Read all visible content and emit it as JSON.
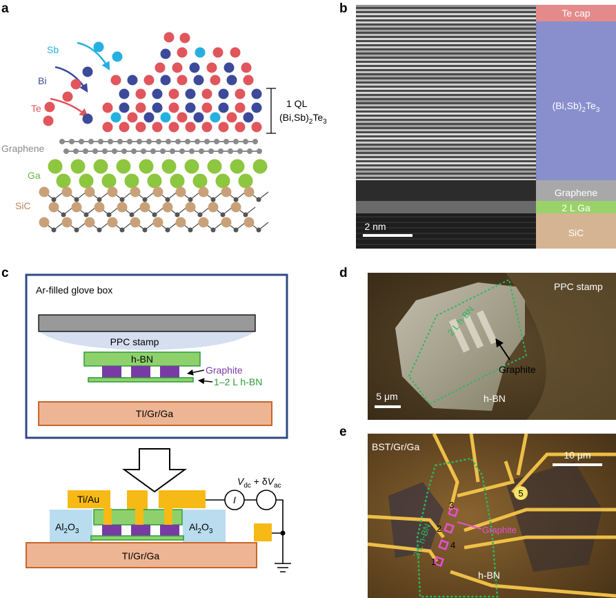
{
  "panel_labels": [
    "a",
    "b",
    "c",
    "d",
    "e"
  ],
  "panel_a": {
    "species": [
      {
        "label": "Sb",
        "color": "#25b0e0"
      },
      {
        "label": "Bi",
        "color": "#3d4a9a"
      },
      {
        "label": "Te",
        "color": "#e0565c"
      }
    ],
    "layers": {
      "graphene": "Graphene",
      "ga": "Ga",
      "sic": "SiC"
    },
    "ql_label": "1 QL",
    "formula": {
      "base": "(Bi,Sb)",
      "sub1": "2",
      "mid": "Te",
      "sub2": "3"
    },
    "colors": {
      "graphene": "#8a8a8a",
      "ga": "#8dc63f",
      "sic": "#c9a179",
      "sic_bond": "#555555"
    }
  },
  "panel_b": {
    "labels": {
      "te_cap": "Te cap",
      "graphene": "Graphene",
      "ga": "2 L Ga",
      "sic": "SiC"
    },
    "formula": {
      "base": "(Bi,Sb)",
      "sub1": "2",
      "mid": "Te",
      "sub2": "3"
    },
    "scale_bar": "2 nm",
    "colors": {
      "te_cap": "#e48a8a",
      "bst": "#7f86c9",
      "graphene": "#a8a8a8",
      "ga": "#9ad26a",
      "sic": "#d5b493"
    }
  },
  "panel_c": {
    "glovebox": "Ar-filled glove box",
    "stamp": "PPC stamp",
    "hbn": "h-BN",
    "graphite": "Graphite",
    "thin_hbn": "1–2 L h-BN",
    "substrate": "TI/Gr/Ga",
    "contacts": "Ti/Au",
    "oxide": {
      "base": "Al",
      "sub1": "2",
      "mid": "O",
      "sub2": "3"
    },
    "meter": "I",
    "voltage": {
      "v1": "V",
      "sub1": "dc",
      "mid": " + δ",
      "v2": "V",
      "sub2": "ac"
    },
    "colors": {
      "frame": "#2e4a86",
      "stamp_block": "#999999",
      "stamp": "#d5dff0",
      "hbn": "#8ed16c",
      "hbn_border": "#2c9a3c",
      "graphite": "#7a3aa6",
      "substrate": "#edb594",
      "substrate_border": "#c8652a",
      "gold": "#f6b916",
      "oxide": "#b9dcef"
    }
  },
  "panel_d": {
    "stamp": "PPC stamp",
    "flake": "2 L h-BN",
    "graphite": "Graphite",
    "hbn": "h-BN",
    "scale_bar": "5 μm"
  },
  "panel_e": {
    "sample": "BST/Gr/Ga",
    "scale_bar": "10 μm",
    "flake": "2 L h-BN",
    "graphite": "Graphite",
    "hbn": "h-BN",
    "contacts": [
      "1",
      "2",
      "3",
      "4",
      "5"
    ]
  }
}
